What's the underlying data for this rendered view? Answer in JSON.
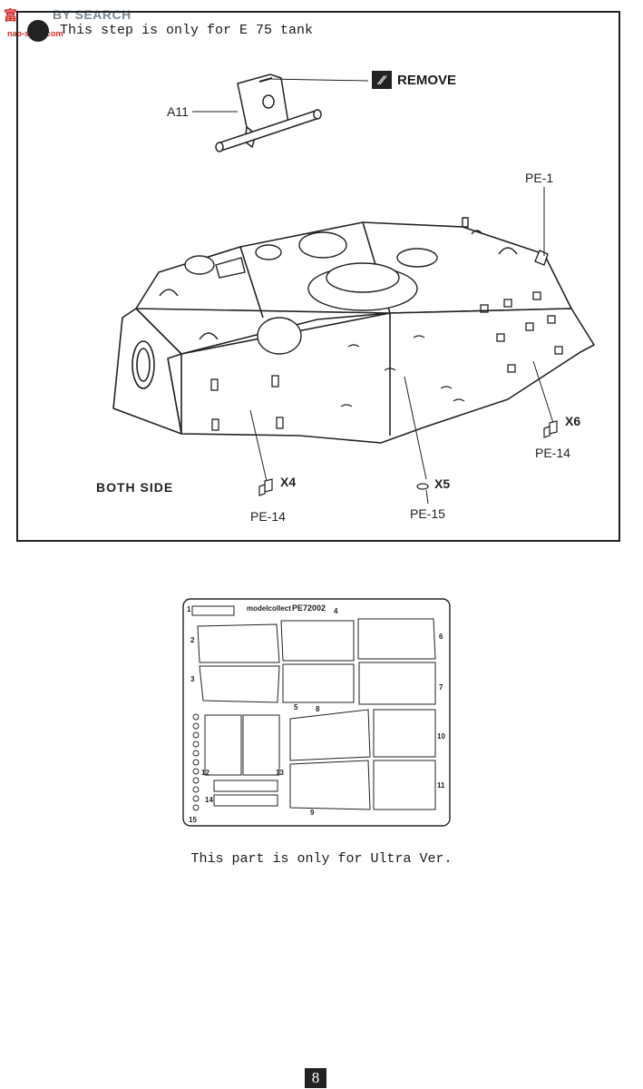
{
  "watermark": {
    "logo": "富",
    "text": "BY SEARCH",
    "sub": "nao-shop.com"
  },
  "step": {
    "note": "This step is only for E 75 tank",
    "remove_label": "REMOVE",
    "remove_icon": "remove-symbol",
    "part_a11": "A11",
    "part_pe1": "PE-1",
    "both_side": "BOTH SIDE",
    "callouts": [
      {
        "qty": "X4",
        "part": "PE-14"
      },
      {
        "qty": "X5",
        "part": "PE-15"
      },
      {
        "qty": "X6",
        "part": "PE-14"
      }
    ]
  },
  "fret": {
    "brand": "modelcollect",
    "code": "PE72002",
    "numbers": [
      "1",
      "2",
      "3",
      "4",
      "5",
      "6",
      "7",
      "8",
      "9",
      "10",
      "11",
      "12",
      "13",
      "14",
      "15"
    ],
    "caption": "This part is only for Ultra Ver."
  },
  "page_number": "8"
}
